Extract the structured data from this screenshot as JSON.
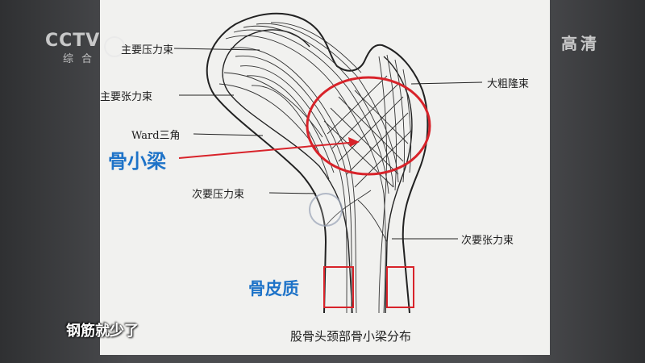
{
  "broadcast": {
    "channel_logo": "CCTV",
    "channel_sub": "综合",
    "quality_badge": "高清",
    "subtitle": "钢筋就少了"
  },
  "diagram": {
    "caption": "股骨头颈部骨小梁分布",
    "labels": {
      "main_compression": "主要压力束",
      "main_tension": "主要张力束",
      "ward_triangle": "Ward三角",
      "secondary_compression": "次要压力束",
      "greater_trochanter": "大粗隆束",
      "secondary_tension": "次要张力束"
    },
    "highlights": {
      "trabecula": "骨小梁",
      "cortex": "骨皮质"
    },
    "colors": {
      "highlight_red": "#d8232a",
      "label_blue": "#1e73c8"
    }
  }
}
